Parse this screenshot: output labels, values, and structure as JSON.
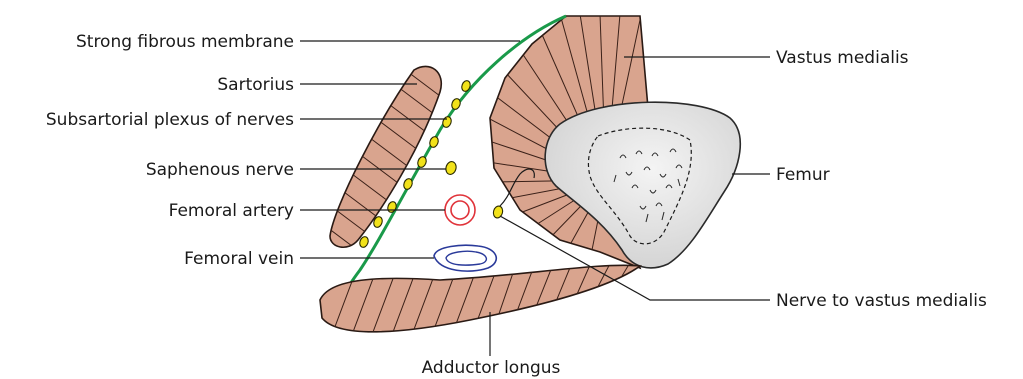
{
  "labels": {
    "strong_fibrous_membrane": "Strong fibrous membrane",
    "sartorius": "Sartorius",
    "subsartorial_plexus": "Subsartorial plexus of nerves",
    "saphenous_nerve": "Saphenous nerve",
    "femoral_artery": "Femoral artery",
    "femoral_vein": "Femoral vein",
    "vastus_medialis": "Vastus medialis",
    "femur": "Femur",
    "nerve_to_vastus_medialis": "Nerve to vastus medialis",
    "adductor_longus": "Adductor longus"
  },
  "colors": {
    "muscle_fill": "#d9a48e",
    "muscle_shade": "#c98a72",
    "bone_fill": "#dcdcdc",
    "membrane": "#1a9a4a",
    "artery": "#e0333a",
    "vein": "#2a3a9a",
    "nerve": "#f2e21a",
    "leader_line": "#1a1a1a"
  }
}
